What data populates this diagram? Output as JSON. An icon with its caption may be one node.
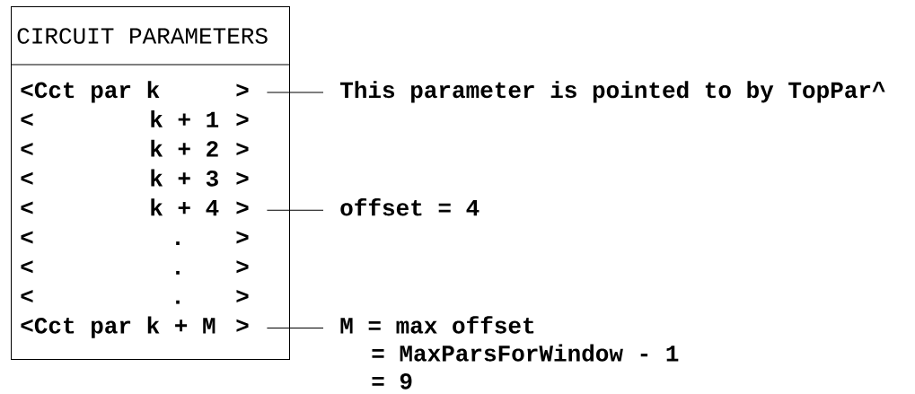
{
  "diagram": {
    "nodes": [
      {
        "text": [
          "CIRCUIT PARAMETERS"
        ]
      },
      {
        "text": [
          "<Cct par k",
          ">"
        ],
        "in": 0
      },
      {
        "text": [
          "<",
          "k + 1",
          ">"
        ],
        "in": 0
      },
      {
        "text": [
          "<",
          "k + 2",
          ">"
        ],
        "in": 0
      },
      {
        "text": [
          "<",
          "k + 3",
          ">"
        ],
        "in": 0
      },
      {
        "text": [
          "<",
          "k + 4",
          ">"
        ],
        "in": 0
      },
      {
        "text": [
          "<",
          ".",
          ">"
        ],
        "in": 0
      },
      {
        "text": [
          "<",
          ".",
          ">"
        ],
        "in": 0
      },
      {
        "text": [
          "<",
          ".",
          ">"
        ],
        "in": 0
      },
      {
        "text": [
          "<Cct par k + M",
          ">"
        ],
        "in": 0
      },
      {
        "text": [
          "This parameter is pointed to by TopPar^"
        ]
      },
      {
        "text": [
          "offset = 4"
        ]
      },
      {
        "text": [
          "M = max offset",
          "= MaxParsForWindow - 1",
          "= 9"
        ]
      }
    ],
    "edges": [
      {
        "from": 10,
        "to": 1,
        "arrow": "none"
      },
      {
        "from": 11,
        "to": 5,
        "arrow": "none"
      },
      {
        "from": 12,
        "to": 9,
        "arrow": "none"
      }
    ]
  }
}
